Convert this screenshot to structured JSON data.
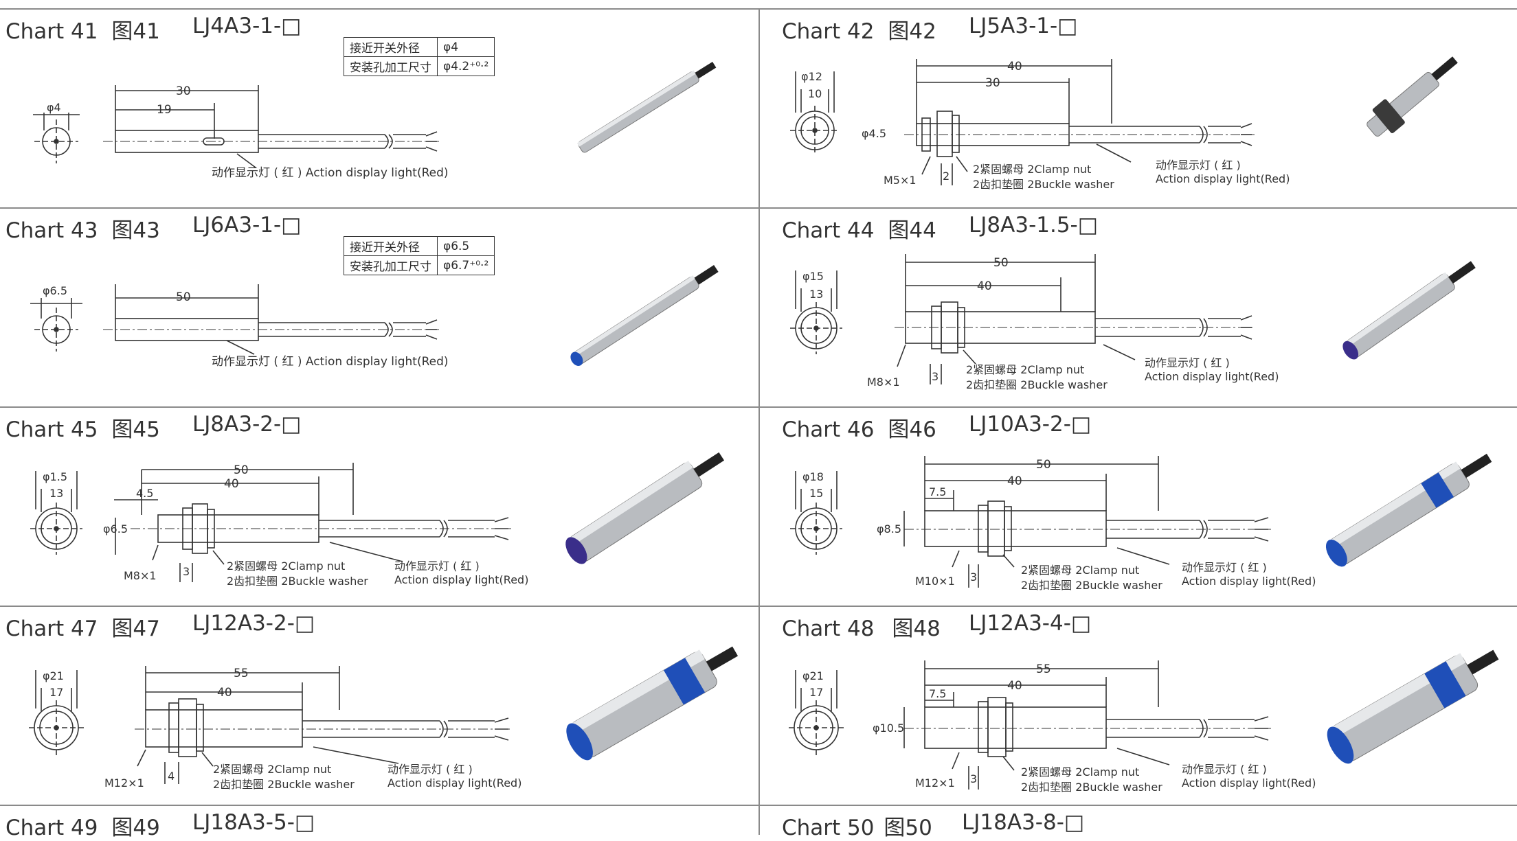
{
  "panels": [
    {
      "chart": "Chart 41",
      "cn": "图41",
      "model": "LJ4A3-1-□",
      "phi_a": "φ4",
      "table": [
        [
          "接近开关外径",
          "φ4"
        ],
        [
          "安装孔加工尺寸",
          "φ4.2⁺⁰·²"
        ]
      ],
      "dims": [
        "30",
        "19"
      ],
      "note": "动作显示灯 ( 红 ) Action display light(Red)"
    },
    {
      "chart": "Chart 42",
      "cn": "图42",
      "model": "LJ5A3-1-□",
      "phi_a": "φ12",
      "phi_b": "10",
      "phi_c": "φ4.5",
      "thread": "M5×1",
      "nut_w": "2",
      "dims": [
        "40",
        "30"
      ],
      "nut1": "2紧固螺母 2Clamp nut",
      "nut2": "2齿扣垫圈 2Buckle washer",
      "led1": "动作显示灯 ( 红 )",
      "led2": "Action display light(Red)"
    },
    {
      "chart": "Chart 43",
      "cn": "图43",
      "model": "LJ6A3-1-□",
      "phi_a": "φ6.5",
      "table": [
        [
          "接近开关外径",
          "φ6.5"
        ],
        [
          "安装孔加工尺寸",
          "φ6.7⁺⁰·²"
        ]
      ],
      "dims": [
        "50"
      ],
      "note": "动作显示灯 ( 红 ) Action display light(Red)"
    },
    {
      "chart": "Chart 44",
      "cn": "图44",
      "model": "LJ8A3-1.5-□",
      "phi_a": "φ15",
      "phi_b": "13",
      "thread": "M8×1",
      "nut_w": "3",
      "dims": [
        "50",
        "40"
      ],
      "nut1": "2紧固螺母 2Clamp nut",
      "nut2": "2齿扣垫圈 2Buckle washer",
      "led1": "动作显示灯 ( 红 )",
      "led2": "Action display light(Red)"
    },
    {
      "chart": "Chart 45",
      "cn": "图45",
      "model": "LJ8A3-2-□",
      "phi_a": "φ1.5",
      "phi_b": "13",
      "phi_c": "φ6.5",
      "thread": "M8×1",
      "nut_w": "3",
      "front": "4.5",
      "dims": [
        "50",
        "40"
      ],
      "nut1": "2紧固螺母 2Clamp nut",
      "nut2": "2齿扣垫圈 2Buckle washer",
      "led1": "动作显示灯 ( 红 )",
      "led2": "Action display light(Red)"
    },
    {
      "chart": "Chart 46",
      "cn": "图46",
      "model": "LJ10A3-2-□",
      "phi_a": "φ18",
      "phi_b": "15",
      "phi_c": "φ8.5",
      "thread": "M10×1",
      "nut_w": "3",
      "front": "7.5",
      "dims": [
        "50",
        "40"
      ],
      "nut1": "2紧固螺母 2Clamp nut",
      "nut2": "2齿扣垫圈 2Buckle washer",
      "led1": "动作显示灯 ( 红 )",
      "led2": "Action display light(Red)"
    },
    {
      "chart": "Chart 47",
      "cn": "图47",
      "model": "LJ12A3-2-□",
      "phi_a": "φ21",
      "phi_b": "17",
      "thread": "M12×1",
      "nut_w": "4",
      "dims": [
        "55",
        "40"
      ],
      "nut1": "2紧固螺母 2Clamp nut",
      "nut2": "2齿扣垫圈 2Buckle washer",
      "led1": "动作显示灯 ( 红 )",
      "led2": "Action display light(Red)"
    },
    {
      "chart": "Chart 48",
      "cn": "图48",
      "model": "LJ12A3-4-□",
      "phi_a": "φ21",
      "phi_b": "17",
      "phi_c": "φ10.5",
      "thread": "M12×1",
      "nut_w": "3",
      "front": "7.5",
      "dims": [
        "55",
        "40"
      ],
      "nut1": "2紧固螺母 2Clamp nut",
      "nut2": "2齿扣垫圈 2Buckle washer",
      "led1": "动作显示灯 ( 红 )",
      "led2": "Action display light(Red)"
    }
  ],
  "footer": [
    {
      "chart": "Chart 49",
      "cn": "图49",
      "model": "LJ18A3-5-□"
    },
    {
      "chart": "Chart 50",
      "cn": "图50",
      "model": "LJ18A3-8-□"
    }
  ],
  "colors": {
    "line": "#333333",
    "rule": "#8a8a8a",
    "blue_cap": "#1f4fb8",
    "steel": "#b9bcc0"
  }
}
